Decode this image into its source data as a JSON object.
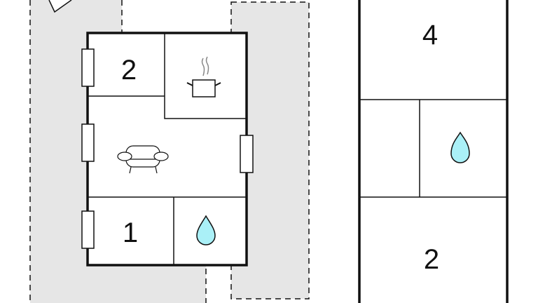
{
  "colors": {
    "outdoor": "#e6e6e6",
    "wall": "#111111",
    "water": "#aaf0f7"
  },
  "left_building": {
    "rooms": [
      {
        "type": "bedroom",
        "label": "2",
        "icon": "bed-count"
      },
      {
        "type": "kitchen",
        "icon": "cooking-pot-icon"
      },
      {
        "type": "living-room",
        "icon": "sofa-icon"
      },
      {
        "type": "bedroom",
        "label": "1",
        "icon": "bed-count"
      },
      {
        "type": "bathroom",
        "icon": "water-drop-icon"
      }
    ]
  },
  "right_building": {
    "rooms": [
      {
        "type": "bedroom",
        "label": "4"
      },
      {
        "type": "storage"
      },
      {
        "type": "bathroom",
        "icon": "water-drop-icon"
      },
      {
        "type": "bedroom",
        "label": "2"
      }
    ]
  }
}
